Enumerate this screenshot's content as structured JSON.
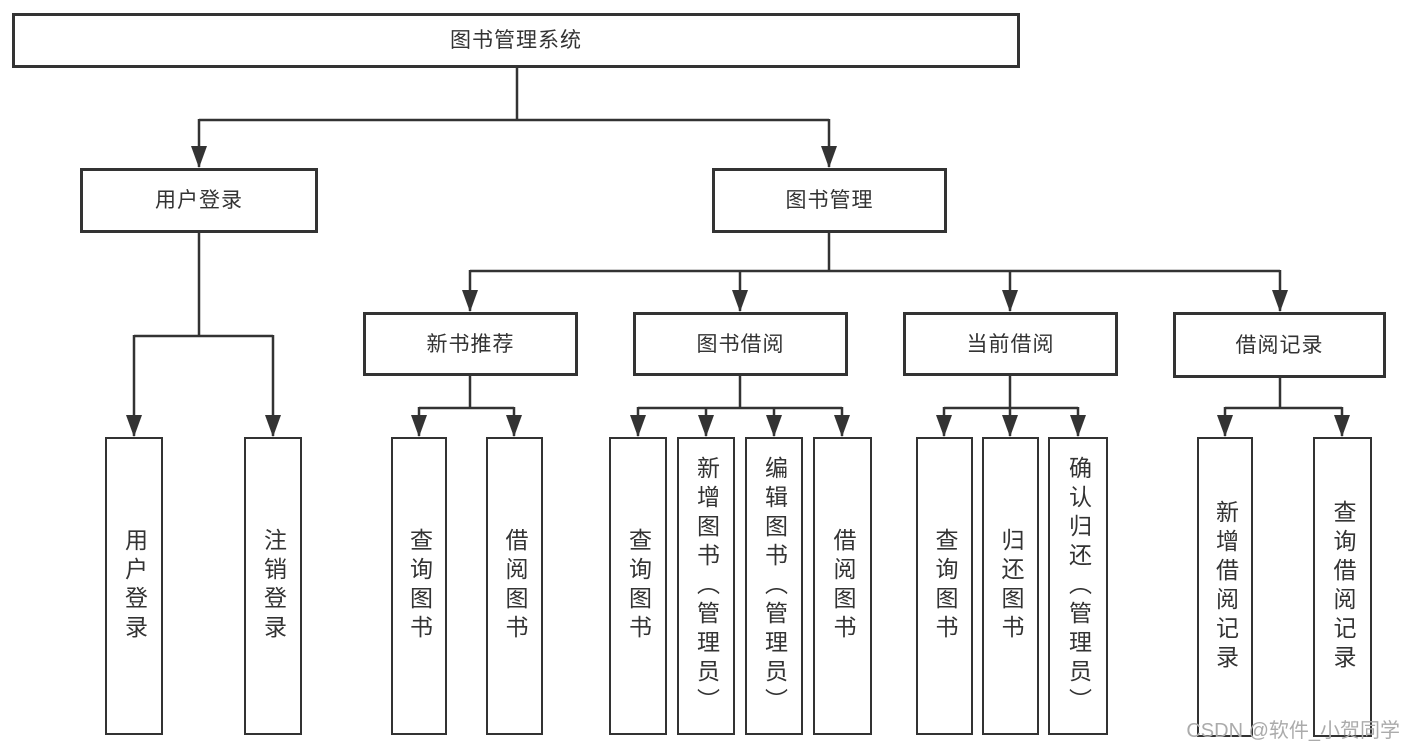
{
  "diagram": {
    "root": {
      "label": "图书管理系统"
    },
    "level2": [
      {
        "label": "用户登录"
      },
      {
        "label": "图书管理"
      }
    ],
    "level3": [
      {
        "label": "新书推荐"
      },
      {
        "label": "图书借阅"
      },
      {
        "label": "当前借阅"
      },
      {
        "label": "借阅记录"
      }
    ],
    "leaves": {
      "user": [
        "用户登录",
        "注销登录"
      ],
      "newbook": [
        "查询图书",
        "借阅图书"
      ],
      "borrow": [
        "查询图书",
        "新增图书（管理员）",
        "编辑图书（管理员）",
        "借阅图书"
      ],
      "current": [
        "查询图书",
        "归还图书",
        "确认归还（管理员）"
      ],
      "records": [
        "新增借阅记录",
        "查询借阅记录"
      ]
    }
  },
  "watermark": {
    "text": "CSDN @软件_小贺同学"
  },
  "colors": {
    "line": "#333333",
    "box_border": "#333333",
    "text": "#333333",
    "watermark": "#ababab",
    "background": "#ffffff"
  }
}
